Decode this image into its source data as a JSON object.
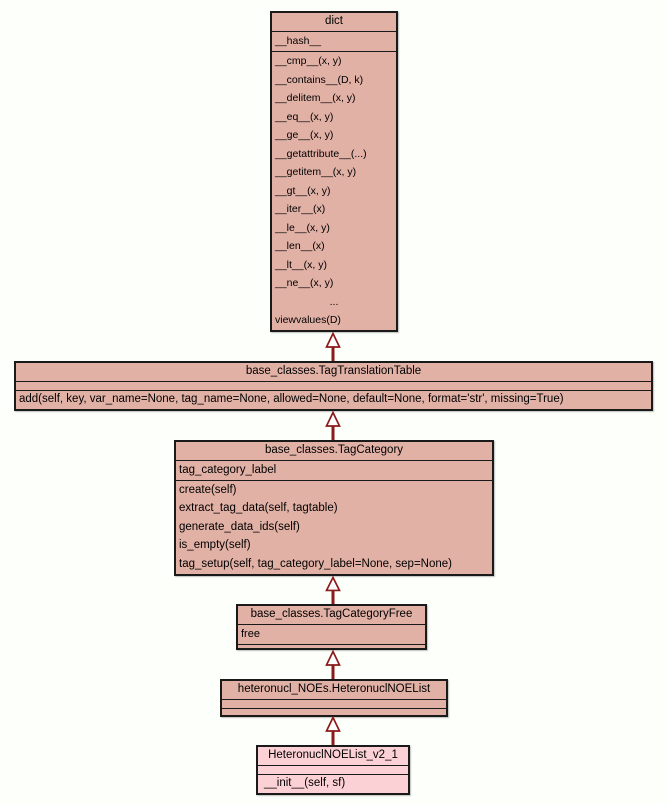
{
  "diagram": {
    "type": "uml-class-inheritance",
    "colors": {
      "background": "#fdfffa",
      "class_fill": "#e2b1a6",
      "highlight_fill": "#fcd1d5",
      "border": "#1a1a1a",
      "arrow": "#8b1a1a",
      "arrow_head_fill": "#ffffff",
      "text": "#000000"
    },
    "classes": [
      {
        "title": "dict",
        "highlight": false,
        "attributes": [
          "__hash__"
        ],
        "methods": [
          "__cmp__(x, y)",
          "__contains__(D, k)",
          "__delitem__(x, y)",
          "__eq__(x, y)",
          "__ge__(x, y)",
          "__getattribute__(...)",
          "__getitem__(x, y)",
          "__gt__(x, y)",
          "__iter__(x)",
          "__le__(x, y)",
          "__len__(x)",
          "__lt__(x, y)",
          "__ne__(x, y)",
          "...",
          "viewvalues(D)"
        ]
      },
      {
        "title": "base_classes.TagTranslationTable",
        "highlight": false,
        "attributes": [],
        "methods": [
          "add(self, key, var_name=None, tag_name=None, allowed=None, default=None, format='str', missing=True)"
        ]
      },
      {
        "title": "base_classes.TagCategory",
        "highlight": false,
        "attributes": [
          "tag_category_label"
        ],
        "methods": [
          "create(self)",
          "extract_tag_data(self, tagtable)",
          "generate_data_ids(self)",
          "is_empty(self)",
          "tag_setup(self, tag_category_label=None, sep=None)"
        ]
      },
      {
        "title": "base_classes.TagCategoryFree",
        "highlight": false,
        "attributes": [
          "free"
        ],
        "methods": []
      },
      {
        "title": "heteronucl_NOEs.HeteronuclNOEList",
        "highlight": false,
        "attributes": [],
        "methods": []
      },
      {
        "title": "HeteronuclNOEList_v2_1",
        "highlight": true,
        "attributes": [],
        "methods": [
          "__init__(self, sf)"
        ]
      }
    ],
    "relations": [
      {
        "from": "base_classes.TagTranslationTable",
        "to": "dict",
        "type": "inheritance"
      },
      {
        "from": "base_classes.TagCategory",
        "to": "base_classes.TagTranslationTable",
        "type": "inheritance"
      },
      {
        "from": "base_classes.TagCategoryFree",
        "to": "base_classes.TagCategory",
        "type": "inheritance"
      },
      {
        "from": "heteronucl_NOEs.HeteronuclNOEList",
        "to": "base_classes.TagCategoryFree",
        "type": "inheritance"
      },
      {
        "from": "HeteronuclNOEList_v2_1",
        "to": "heteronucl_NOEs.HeteronuclNOEList",
        "type": "inheritance"
      }
    ]
  }
}
